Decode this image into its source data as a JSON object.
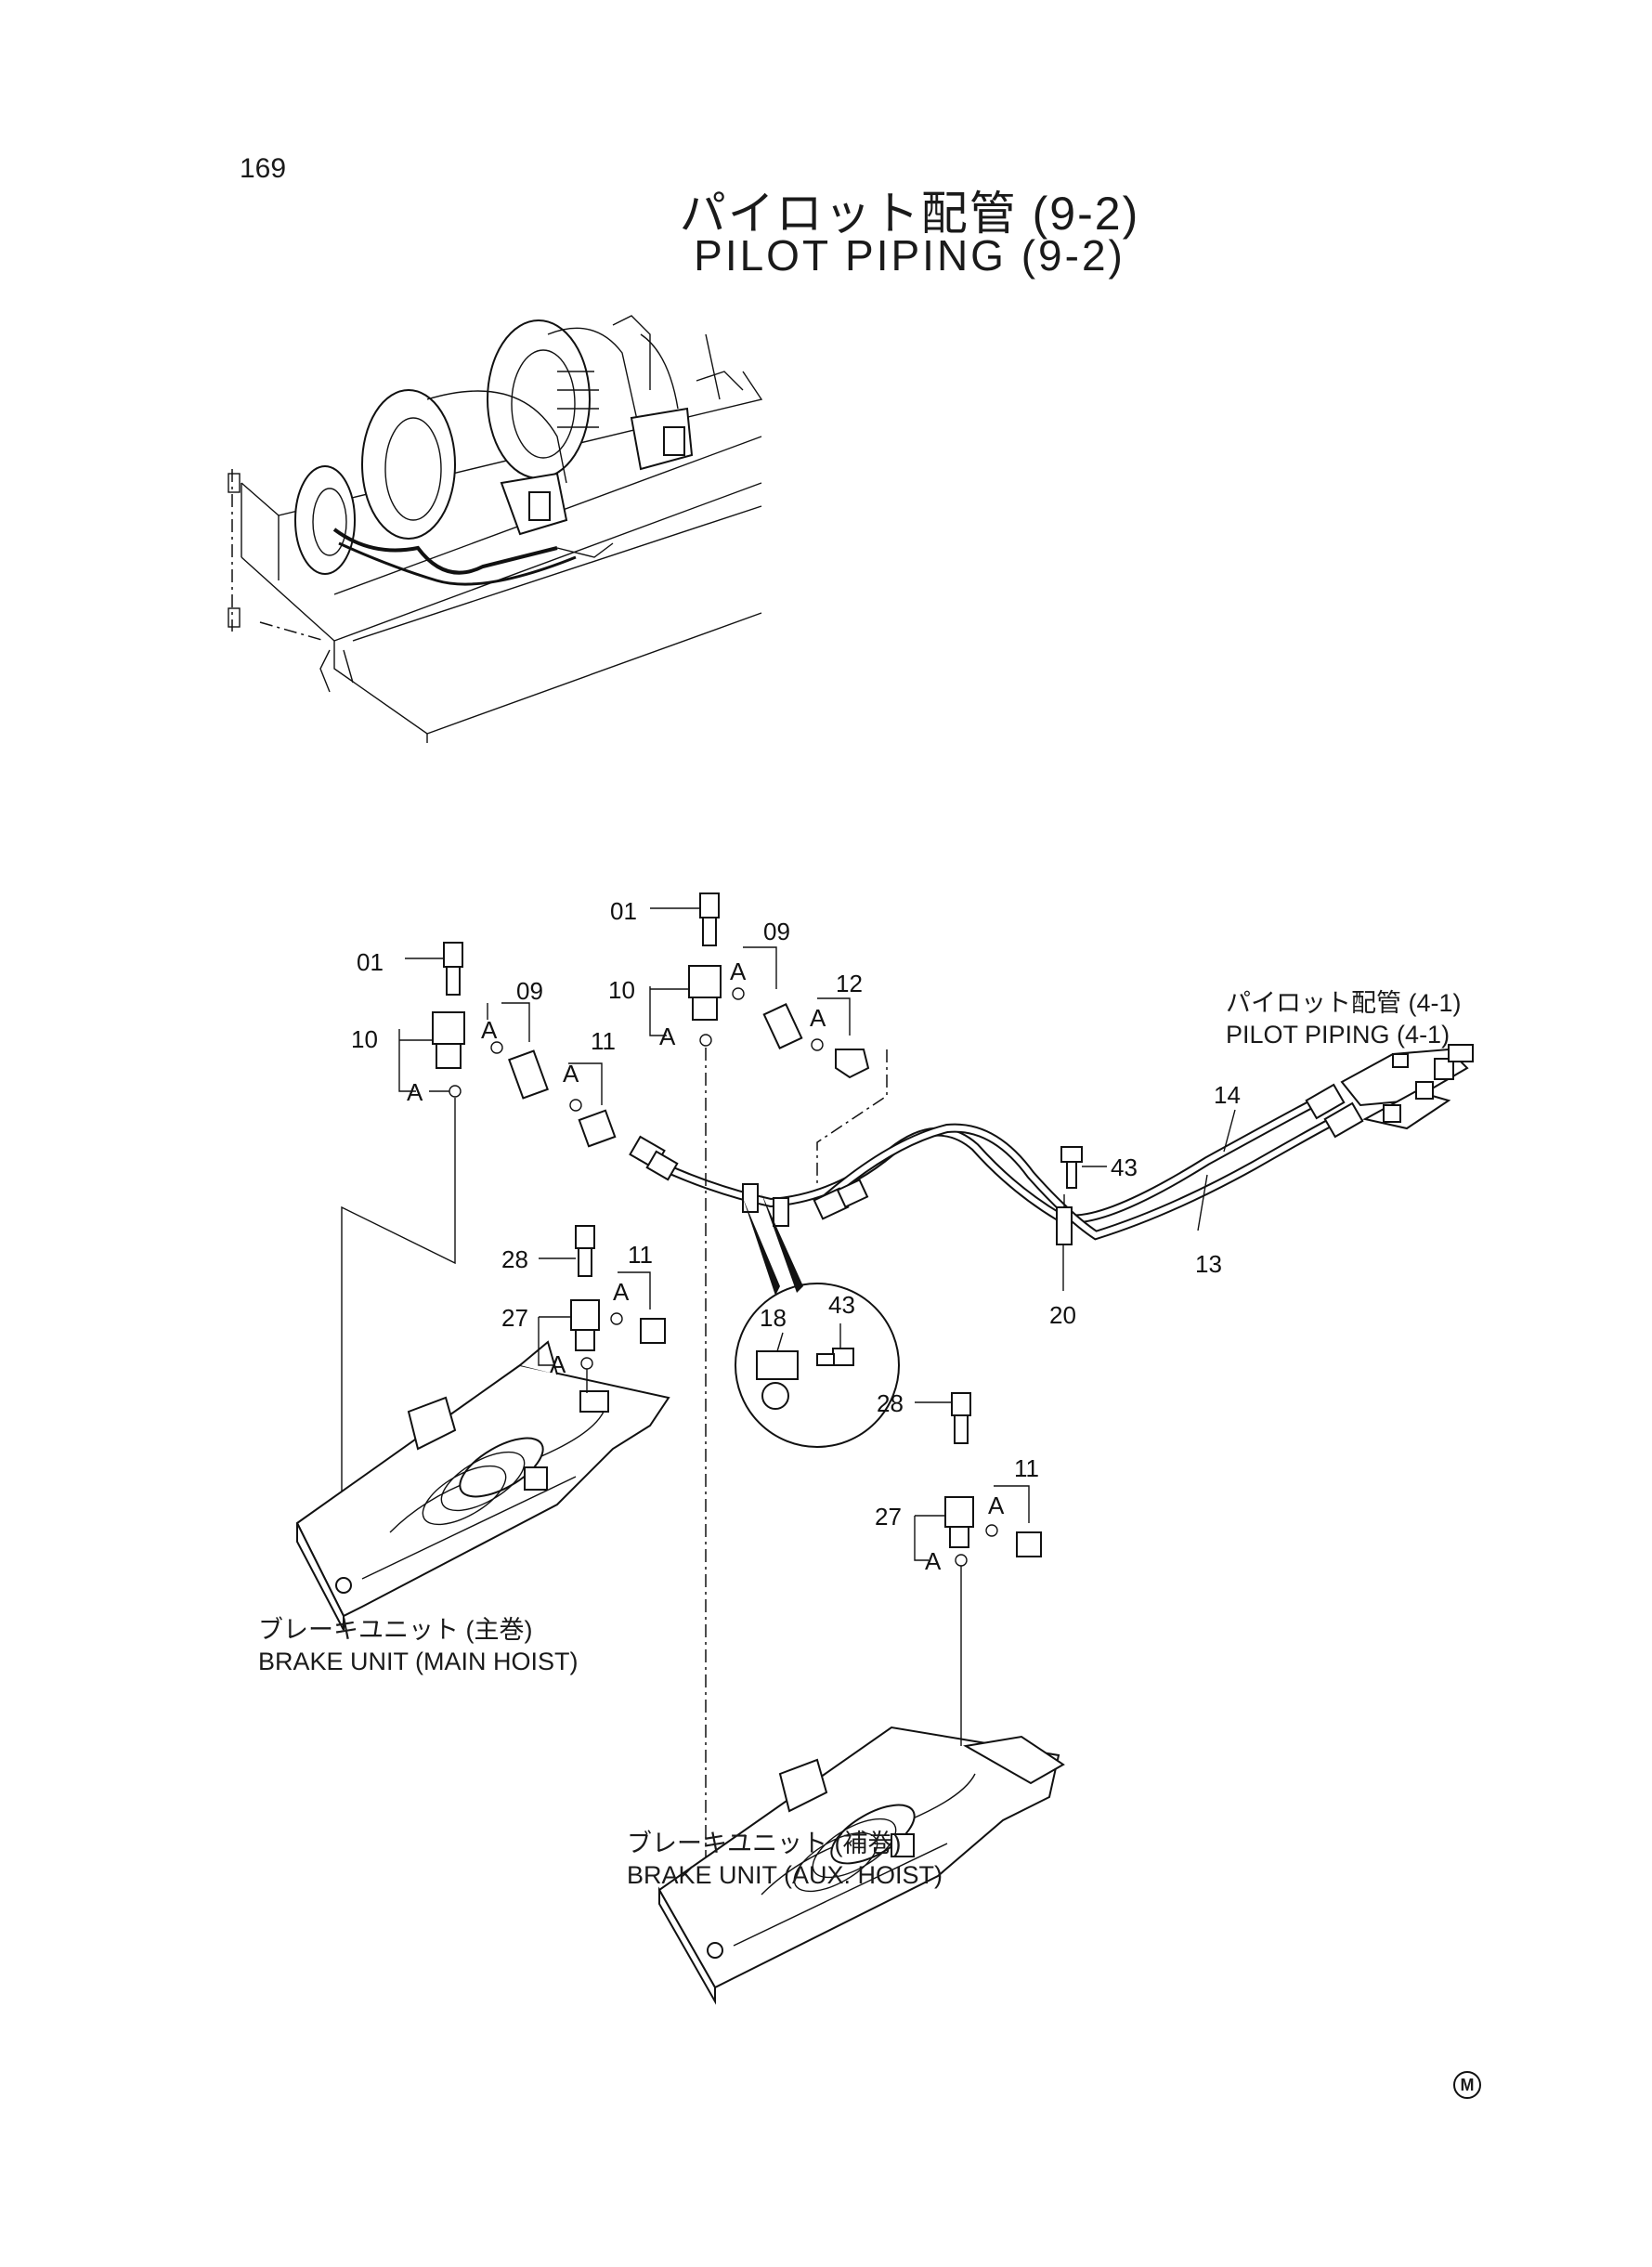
{
  "page_number": "169",
  "title_jp": "パイロット配管 (9-2)",
  "title_en": "PILOT PIPING (9-2)",
  "reference": {
    "jp": "パイロット配管 (4-1)",
    "en": "PILOT PIPING (4-1)"
  },
  "brake_main": {
    "jp": "ブレーキユニット (主巻)",
    "en": "BRAKE UNIT (MAIN HOIST)"
  },
  "brake_aux": {
    "jp": "ブレーキユニット (補巻)",
    "en": "BRAKE UNIT (AUX. HOIST)"
  },
  "part_labels": {
    "p01": "01",
    "p09": "09",
    "p10": "10",
    "p11": "11",
    "p12": "12",
    "p13": "13",
    "p14": "14",
    "p18": "18",
    "p20": "20",
    "p27": "27",
    "p28": "28",
    "p43": "43",
    "detail_a": "A"
  },
  "logo_mark": "M"
}
